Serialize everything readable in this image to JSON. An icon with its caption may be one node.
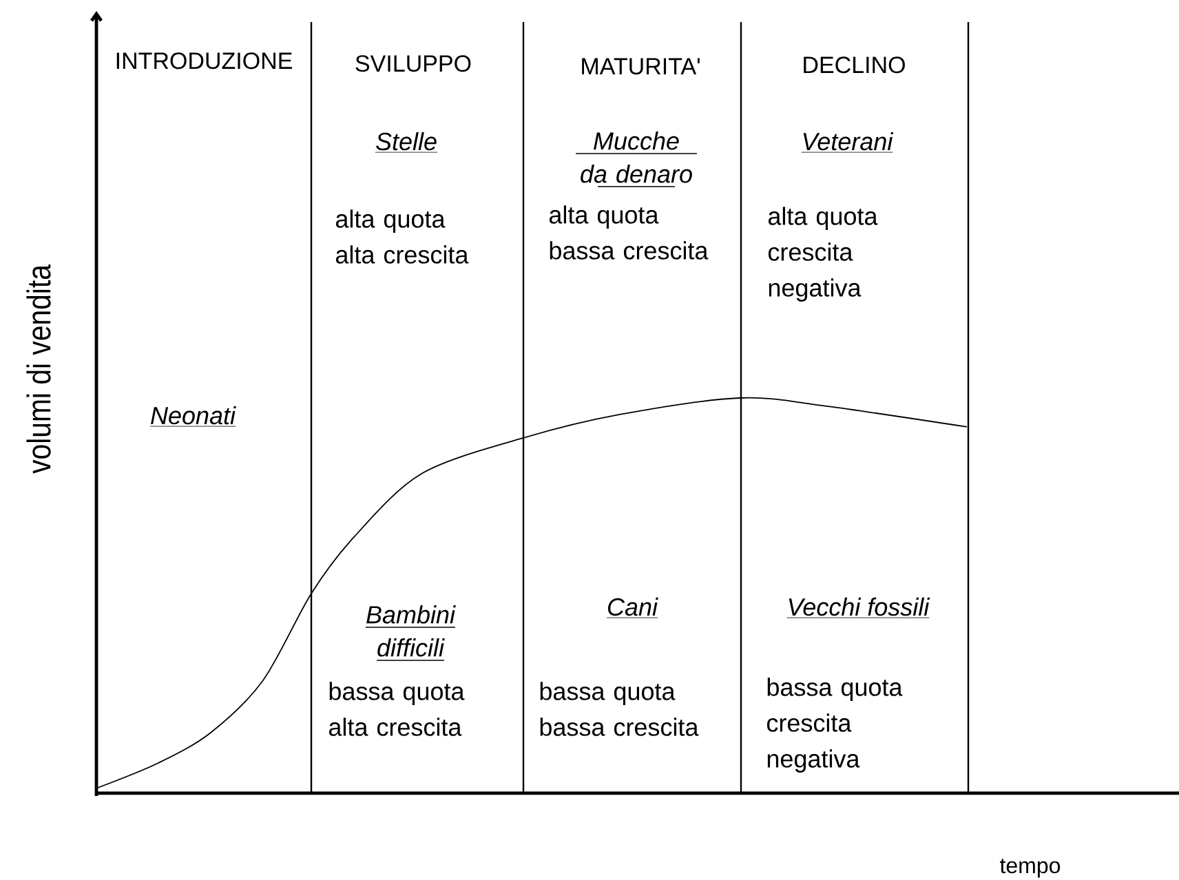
{
  "diagram": {
    "labels": [
      "INTRODUZIONE",
      "SVILUPPO",
      "MATURITA'",
      "DECLINO",
      "Stelle",
      "alta quota alta crescita",
      "Mucche da denaro",
      "alta quota bassa crescita",
      "Veterani",
      "alta quota crescita negativa",
      "Neonati",
      "Bambini difficili",
      "bassa quota alta crescita",
      "Cani",
      "bassa quota bassa crescita",
      "Vecchi fossili",
      "bassa quota crescita negativa",
      "volumi di vendita",
      "tempo"
    ]
  }
}
